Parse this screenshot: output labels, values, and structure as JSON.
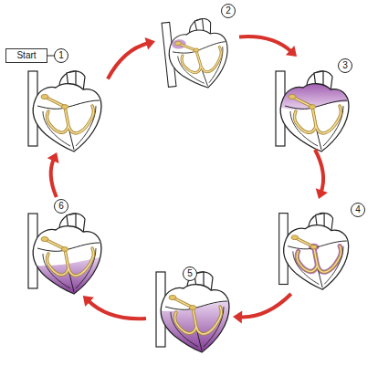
{
  "diagram": {
    "nodes": [
      {
        "text": [
          "Start"
        ]
      },
      {
        "text": [
          "1"
        ]
      },
      {
        "text": [
          "2"
        ]
      },
      {
        "text": [
          "3"
        ]
      },
      {
        "text": [
          "4"
        ]
      },
      {
        "text": [
          "5"
        ]
      },
      {
        "text": [
          "6"
        ]
      }
    ],
    "edges": [
      {
        "from": 0,
        "to": 1,
        "arrow": "none"
      },
      {
        "from": 1,
        "to": 2,
        "arrow": "to"
      },
      {
        "from": 2,
        "to": 3,
        "arrow": "to"
      },
      {
        "from": 3,
        "to": 4,
        "arrow": "to"
      },
      {
        "from": 4,
        "to": 5,
        "arrow": "to"
      },
      {
        "from": 5,
        "to": 6,
        "arrow": "to"
      },
      {
        "from": 6,
        "to": 1,
        "arrow": "to"
      }
    ]
  }
}
